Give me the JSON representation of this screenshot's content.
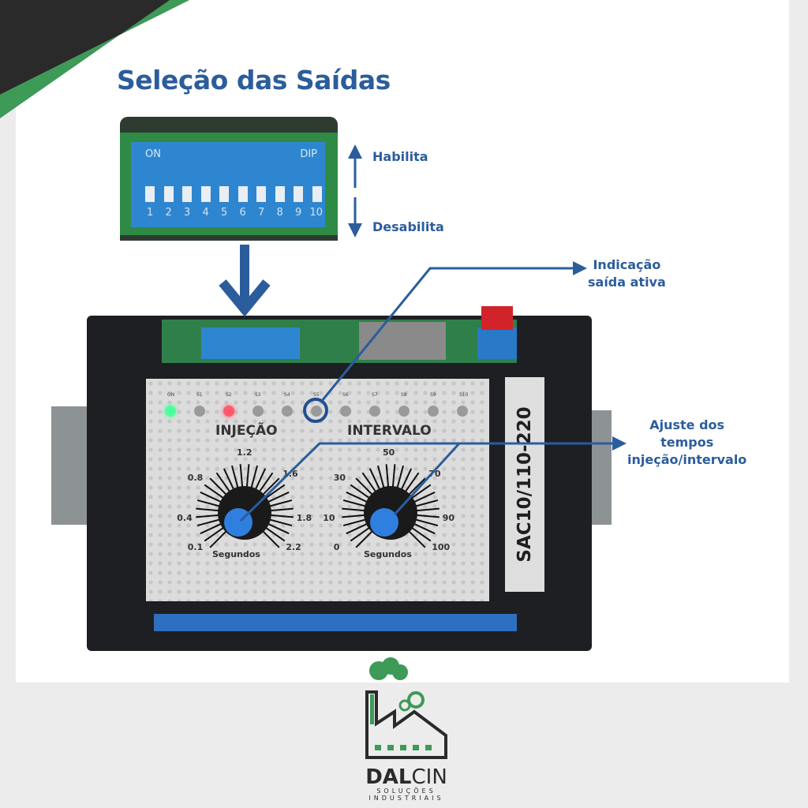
{
  "title": "Seleção das Saídas",
  "dip": {
    "on_label": "ON",
    "dip_label": "DIP",
    "numbers": [
      "1",
      "2",
      "3",
      "4",
      "5",
      "6",
      "7",
      "8",
      "9",
      "10"
    ]
  },
  "callouts": {
    "enable": "Habilita",
    "disable": "Desabilita",
    "active_line1": "Indicação",
    "active_line2": "saída ativa",
    "adjust_line1": "Ajuste dos",
    "adjust_line2": "tempos",
    "adjust_line3": "injeção/intervalo"
  },
  "faceplate": {
    "leds": [
      "ON",
      "S1",
      "S2",
      "S3",
      "S4",
      "S5",
      "S6",
      "S7",
      "S8",
      "S9",
      "S10"
    ],
    "injection": {
      "title": "INJEÇÃO",
      "scale": [
        "0.1",
        "0.4",
        "0.8",
        "1.2",
        "1.6",
        "1.8",
        "2.2"
      ],
      "unit": "Segundos"
    },
    "interval": {
      "title": "INTERVALO",
      "scale": [
        "0",
        "10",
        "30",
        "50",
        "70",
        "90",
        "100"
      ],
      "unit": "Segundos"
    },
    "model": "SAC10/110-220"
  },
  "brand": {
    "name_bold": "DAL",
    "name_light": "CIN",
    "tagline1": "SOLUÇÕES",
    "tagline2": "INDUSTRIAIS"
  },
  "colors": {
    "accent": "#2b5d9c",
    "green": "#3d9a57",
    "dark": "#2a2a2a"
  }
}
